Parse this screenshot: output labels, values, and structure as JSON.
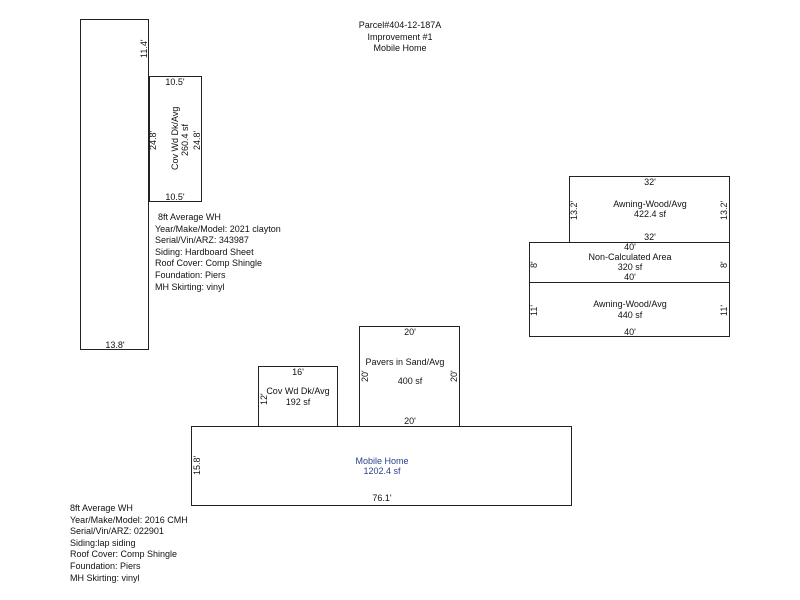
{
  "header": {
    "parcel": "Parcel#404-12-187A",
    "improvement": "Improvement #1",
    "type": "Mobile  Home"
  },
  "tall_unit": {
    "top_dim": "11.4'",
    "bottom_dim": "13.8'",
    "side_dim": "24.8'"
  },
  "cov_deck_upper": {
    "label": "Cov Wd Dk/Avg",
    "area": "260.4 sf",
    "top_dim": "10.5'",
    "bottom_dim": "10.5'",
    "right_dim": "24.8'"
  },
  "info_upper": {
    "lines": [
      "8ft Average WH",
      "Year/Make/Model: 2021 clayton",
      "Serial/Vin/ARZ: 343987",
      "Siding: Hardboard Sheet",
      "Roof Cover: Comp Shingle",
      "Foundation: Piers",
      "MH Skirting: vinyl"
    ]
  },
  "awning_upper": {
    "label": "Awning-Wood/Avg",
    "area": "422.4 sf",
    "top_dim": "32'",
    "bottom_dim": "32'",
    "left_dim": "13.2'",
    "right_dim": "13.2'"
  },
  "non_calc": {
    "label": "Non-Calculated Area",
    "area": "320 sf",
    "top_dim": "40'",
    "bottom_dim": "40'",
    "left_dim": "8'",
    "right_dim": "8'"
  },
  "awning_lower": {
    "label": "Awning-Wood/Avg",
    "area": "440 sf",
    "bottom_dim": "40'",
    "left_dim": "11'",
    "right_dim": "11'"
  },
  "pavers": {
    "label": "Pavers in Sand/Avg",
    "area": "400 sf",
    "top_dim": "20'",
    "bottom_dim": "20'",
    "left_dim": "20'",
    "right_dim": "20'"
  },
  "cov_deck_lower": {
    "label": "Cov Wd Dk/Avg",
    "area": "192 sf",
    "top_dim": "16'",
    "left_dim": "12'"
  },
  "mobile_home": {
    "label": "Mobile Home",
    "area": "1202.4 sf",
    "bottom_dim": "76.1'",
    "left_dim": "15.8'"
  },
  "info_lower": {
    "lines": [
      "8ft Average WH",
      "Year/Make/Model: 2016 CMH",
      "Serial/Vin/ARZ: 022901",
      "Siding:lap siding",
      "Roof Cover: Comp Shingle",
      "Foundation: Piers",
      "MH Skirting: vinyl"
    ]
  }
}
